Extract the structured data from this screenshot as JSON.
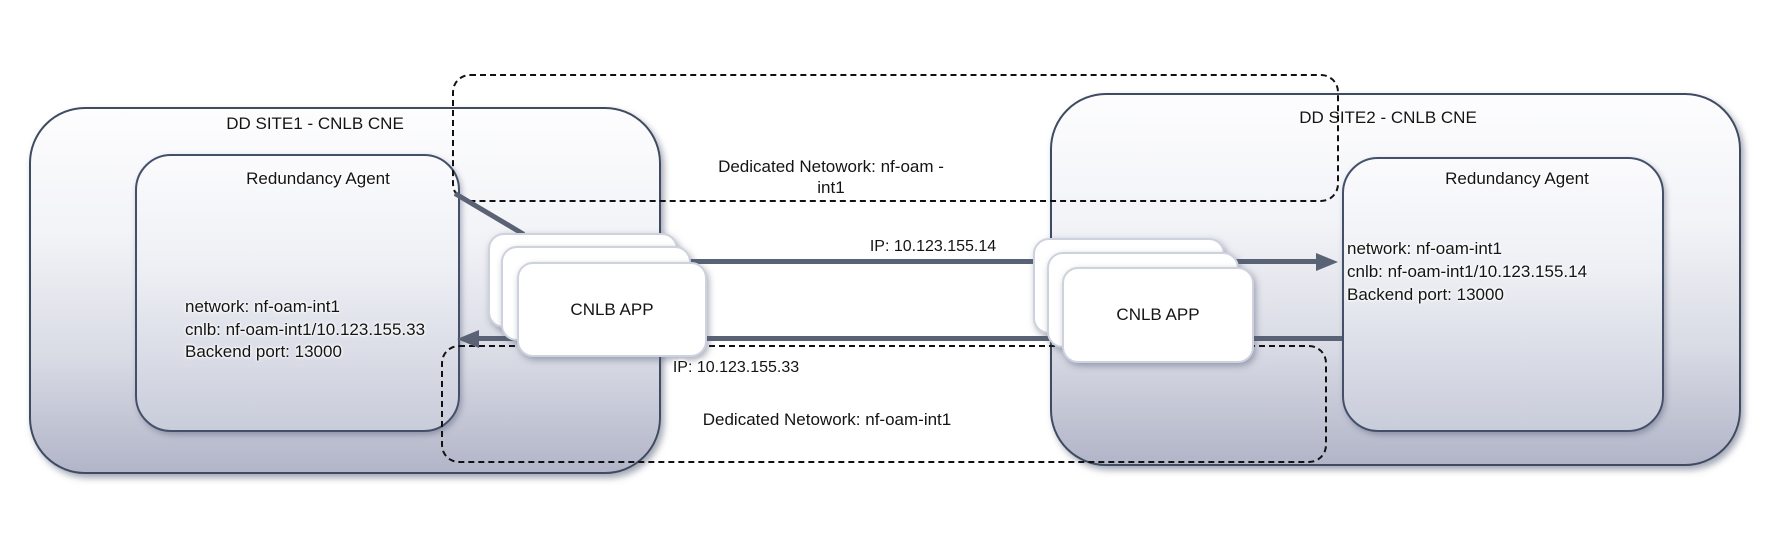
{
  "diagram": {
    "site1": {
      "title": "DD SITE1 - CNLB CNE",
      "agent": {
        "title": "Redundancy Agent",
        "lines": [
          "network: nf-oam-int1",
          "cnlb: nf-oam-int1/10.123.155.33",
          "Backend port: 13000"
        ]
      },
      "app_label": "CNLB APP"
    },
    "site2": {
      "title": "DD SITE2 - CNLB CNE",
      "agent": {
        "title": "Redundancy Agent",
        "lines": [
          "network: nf-oam-int1",
          "cnlb: nf-oam-int1/10.123.155.14",
          "Backend port: 13000"
        ]
      },
      "app_label": "CNLB APP"
    },
    "network_top": {
      "label_line1": "Dedicated Netowork: nf-oam -",
      "label_line2": "int1"
    },
    "network_bottom": {
      "label": "Dedicated Netowork: nf-oam-int1"
    },
    "arrows": {
      "top_label": "IP: 10.123.155.14",
      "bottom_label": "IP: 10.123.155.33"
    },
    "colors": {
      "arrow": "#5a6375",
      "box_border": "#3f4b61",
      "dashed_border": "#111111",
      "gradient_bottom": "#b2b5c8"
    }
  }
}
